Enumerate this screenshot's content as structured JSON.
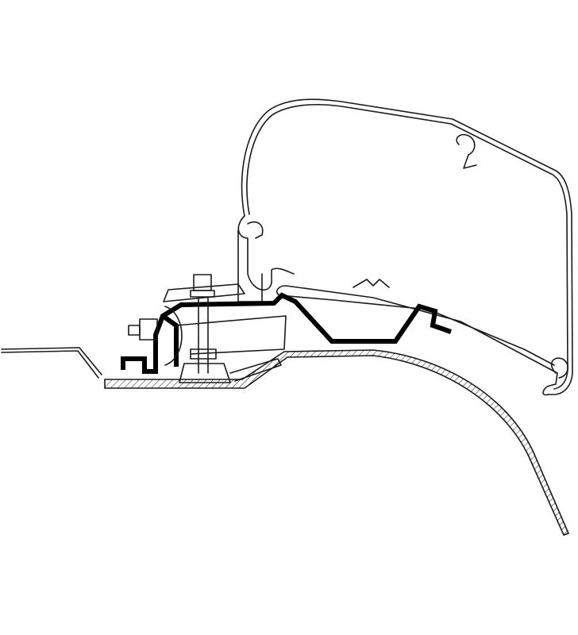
{
  "diagram": {
    "colors": {
      "line": "#1a1a1a",
      "bracket": "#000000",
      "background": "#ffffff"
    },
    "components": [
      "vehicle-roof",
      "awning-housing",
      "mounting-adapter-bracket",
      "bolt-assembly",
      "clamp-plate"
    ]
  }
}
